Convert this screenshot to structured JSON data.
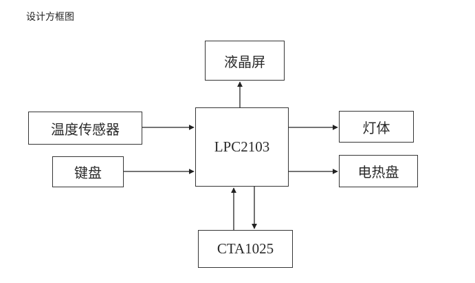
{
  "caption": "设计方框图",
  "blocks": {
    "lcd": "液晶屏",
    "temp_sensor": "温度传感器",
    "keyboard": "键盘",
    "mcu": "LPC2103",
    "lamp": "灯体",
    "heater": "电热盘",
    "cta": "CTA1025"
  }
}
